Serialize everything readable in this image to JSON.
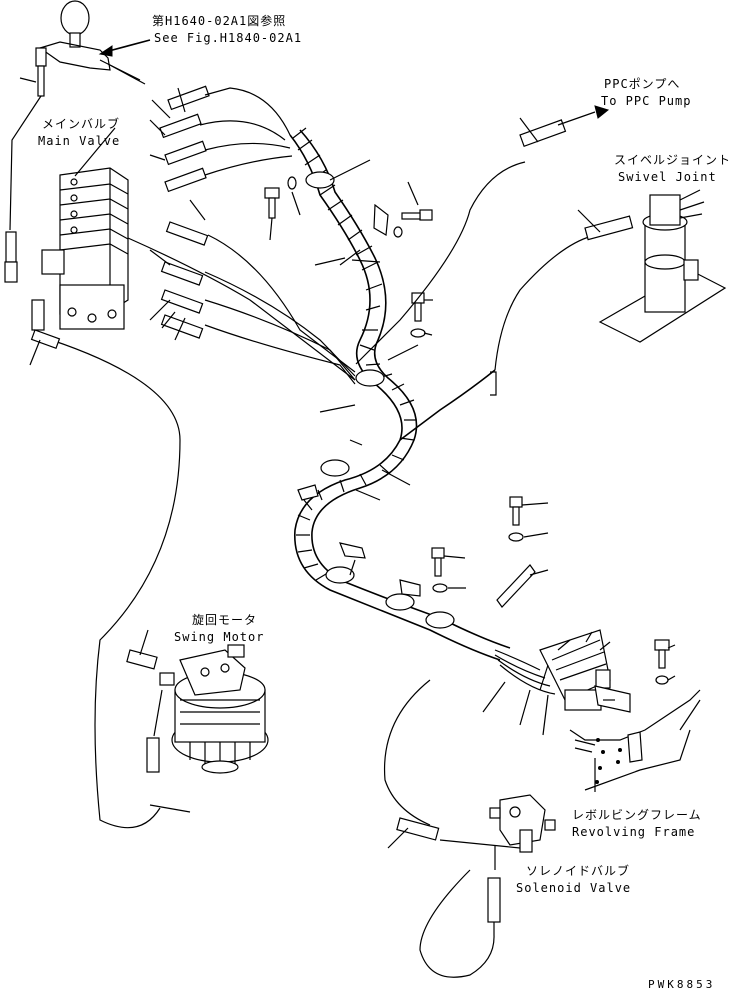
{
  "labels": {
    "ref_jp": "第H1640-02A1図参照",
    "ref_en": "See Fig.H1840-02A1",
    "main_valve_jp": "メインバルブ",
    "main_valve_en": "Main Valve",
    "ppc_pump_jp": "PPCポンプへ",
    "ppc_pump_en": "To PPC Pump",
    "swivel_joint_jp": "スイベルジョイント",
    "swivel_joint_en": "Swivel Joint",
    "swing_motor_jp": "旋回モータ",
    "swing_motor_en": "Swing Motor",
    "revolving_frame_jp": "レボルビングフレーム",
    "revolving_frame_en": "Revolving Frame",
    "solenoid_valve_jp": "ソレノイドバルブ",
    "solenoid_valve_en": "Solenoid Valve"
  },
  "drawing_code": "PWK8853"
}
